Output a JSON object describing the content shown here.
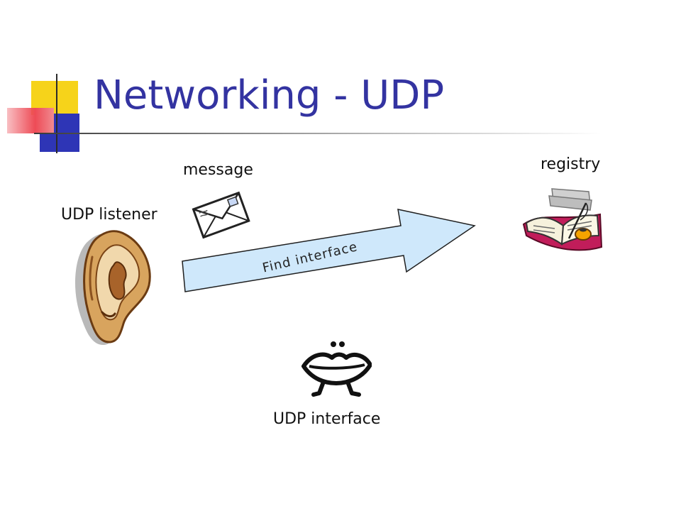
{
  "slide": {
    "title": "Networking - UDP"
  },
  "labels": {
    "message": "message",
    "registry": "registry",
    "listener": "UDP listener",
    "interface": "UDP interface",
    "arrow": "Find interface"
  },
  "colors": {
    "title": "#3333a1",
    "arrow_fill": "#cfe8fb",
    "deco_yellow": "#f6d31a",
    "deco_blue": "#2e35b6",
    "deco_red": "#ee4b56"
  },
  "icons": {
    "listener": "ear-icon",
    "message": "envelope-icon",
    "registry": "open-book-icon",
    "interface": "lips-icon"
  }
}
